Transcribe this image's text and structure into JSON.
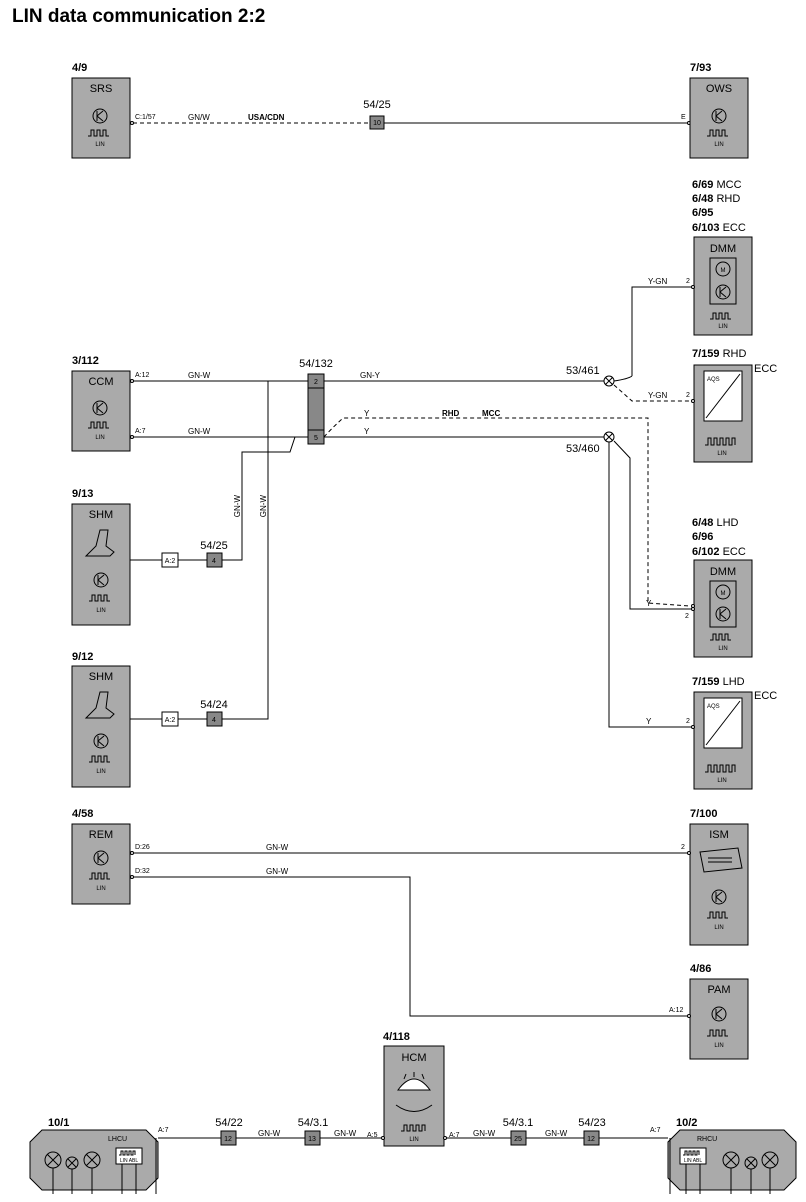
{
  "title": "LIN data communication 2:2",
  "modules": {
    "srs": {
      "ref": "4/9",
      "name": "SRS",
      "lin": "LIN"
    },
    "ows": {
      "ref": "7/93",
      "name": "OWS",
      "lin": "LIN"
    },
    "ccm": {
      "ref": "3/112",
      "name": "CCM",
      "lin": "LIN"
    },
    "dmm_rhd": {
      "ref1": "6/69",
      "var1": "MCC",
      "ref2": "6/48",
      "var2": "RHD",
      "ref3": "6/95",
      "ref4": "6/103",
      "var4": "ECC",
      "name": "DMM",
      "lin": "LIN"
    },
    "aqs_rhd": {
      "ref": "7/159",
      "var": "RHD",
      "var2": "ECC",
      "sensor": "AQS",
      "lin": "LIN"
    },
    "shm_13": {
      "ref": "9/13",
      "name": "SHM",
      "lin": "LIN"
    },
    "shm_12": {
      "ref": "9/12",
      "name": "SHM",
      "lin": "LIN"
    },
    "dmm_lhd": {
      "ref1": "6/48",
      "var1": "LHD",
      "ref2": "6/96",
      "ref3": "6/102",
      "var3": "ECC",
      "name": "DMM",
      "lin": "LIN"
    },
    "aqs_lhd": {
      "ref": "7/159",
      "var": "LHD",
      "var2": "ECC",
      "sensor": "AQS",
      "lin": "LIN"
    },
    "rem": {
      "ref": "4/58",
      "name": "REM",
      "lin": "LIN"
    },
    "ism": {
      "ref": "7/100",
      "name": "ISM",
      "lin": "LIN"
    },
    "pam": {
      "ref": "4/86",
      "name": "PAM",
      "lin": "LIN"
    },
    "hcm": {
      "ref": "4/118",
      "name": "HCM",
      "lin": "LIN"
    },
    "lhcu": {
      "ref": "10/1",
      "name": "LHCU",
      "linabl": "LIN ABL"
    },
    "rhcu": {
      "ref": "10/2",
      "name": "RHCU",
      "linabl": "LIN ABL"
    }
  },
  "pins": {
    "srs": "C:1/57",
    "ows": "E",
    "ccm_a12": "A:12",
    "ccm_a7": "A:7",
    "dmm_rhd": "2",
    "aqs_rhd": "2",
    "dmm_lhd": "2",
    "aqs_lhd": "2",
    "shm13": "A:2",
    "shm12": "A:2",
    "rem_d26": "D:26",
    "rem_d32": "D:32",
    "ism": "2",
    "pam": "A:12",
    "lhcu": "A:7",
    "hcm_a5": "A:5",
    "hcm_a7": "A:7",
    "rhcu": "A:7"
  },
  "connectors": {
    "c5425_top": {
      "ref": "54/25",
      "pin": "10"
    },
    "c54132": {
      "ref": "54/132",
      "pin_a": "2",
      "pin_b": "5"
    },
    "c5425_shm": {
      "ref": "54/25",
      "pin": "4"
    },
    "c5424": {
      "ref": "54/24",
      "pin": "4"
    },
    "c5422": {
      "ref": "54/22",
      "pin": "12"
    },
    "c5431_l": {
      "ref": "54/3.1",
      "pin": "13"
    },
    "c5431_r": {
      "ref": "54/3.1",
      "pin": "25"
    },
    "c5423": {
      "ref": "54/23",
      "pin": "12"
    }
  },
  "splices": {
    "s461": "53/461",
    "s460": "53/460"
  },
  "wires": {
    "gnw": "GN-W",
    "gn_w_slash": "GN/W",
    "gny": "GN-Y",
    "ygn": "Y-GN",
    "y": "Y",
    "usa_cdn": "USA/CDN",
    "rhd": "RHD",
    "mcc": "MCC"
  }
}
